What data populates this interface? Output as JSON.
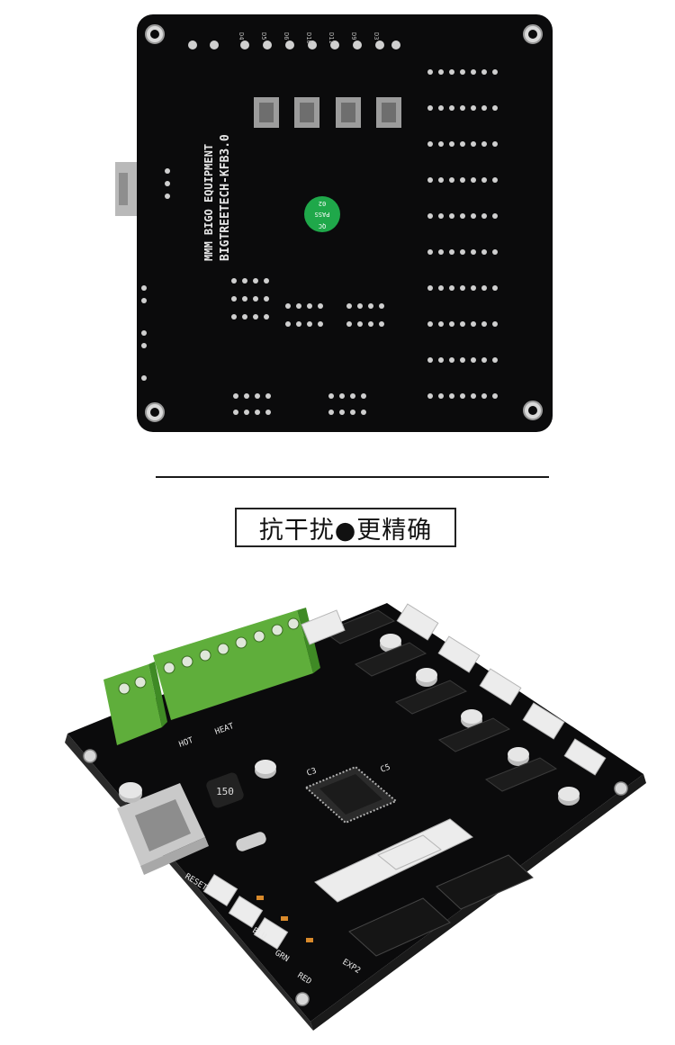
{
  "top_board": {
    "silkscreen_title": "BIGTREETECH-KFB3.0",
    "silkscreen_subtitle": "MMM BIGO EQUIPMENT",
    "qc_badge": {
      "line1": "QC",
      "line2": "PASS",
      "line3": "02"
    },
    "pin_labels_top": [
      "D4",
      "D5",
      "D6",
      "D10",
      "D11",
      "D9",
      "D3"
    ]
  },
  "caption": {
    "text": "抗干扰●更精确"
  },
  "bottom_board": {
    "inductor_label": "150",
    "silk_labels": [
      "RESET",
      "RED",
      "GRN",
      "BLU",
      "EXP2",
      "HOT",
      "HEAT",
      "C3",
      "C5"
    ]
  },
  "colors": {
    "pcb": "#0b0b0c",
    "terminal_green": "#5fae3b",
    "connector_white": "#ececec",
    "qc_sticker": "#1fa84a"
  }
}
